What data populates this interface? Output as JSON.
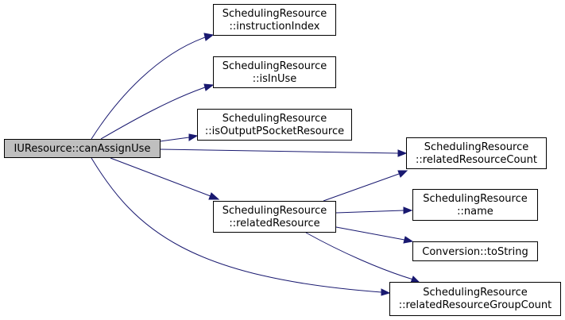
{
  "diagram": {
    "nodes": [
      {
        "id": "root",
        "lines": [
          "IUResource::canAssignUse"
        ]
      },
      {
        "id": "n1",
        "lines": [
          "SchedulingResource",
          "::instructionIndex"
        ]
      },
      {
        "id": "n2",
        "lines": [
          "SchedulingResource",
          "::isInUse"
        ]
      },
      {
        "id": "n3",
        "lines": [
          "SchedulingResource",
          "::isOutputPSocketResource"
        ]
      },
      {
        "id": "n4",
        "lines": [
          "SchedulingResource",
          "::relatedResourceCount"
        ]
      },
      {
        "id": "n5",
        "lines": [
          "SchedulingResource",
          "::relatedResource"
        ]
      },
      {
        "id": "n6",
        "lines": [
          "SchedulingResource",
          "::name"
        ]
      },
      {
        "id": "n7",
        "lines": [
          "Conversion::toString"
        ]
      },
      {
        "id": "n8",
        "lines": [
          "SchedulingResource",
          "::relatedResourceGroupCount"
        ]
      }
    ],
    "edges": [
      {
        "from": "root",
        "to": "n1"
      },
      {
        "from": "root",
        "to": "n2"
      },
      {
        "from": "root",
        "to": "n3"
      },
      {
        "from": "root",
        "to": "n4"
      },
      {
        "from": "root",
        "to": "n5"
      },
      {
        "from": "root",
        "to": "n8"
      },
      {
        "from": "n5",
        "to": "n4"
      },
      {
        "from": "n5",
        "to": "n6"
      },
      {
        "from": "n5",
        "to": "n7"
      },
      {
        "from": "n5",
        "to": "n8"
      }
    ],
    "colors": {
      "edge": "#191970",
      "root_fill": "#bfbfbf",
      "node_fill": "#ffffff",
      "border": "#000000"
    }
  }
}
